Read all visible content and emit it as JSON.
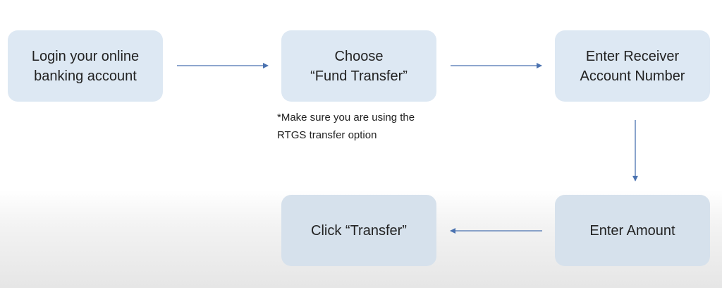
{
  "steps": [
    {
      "id": "login",
      "text": "Login your online\nbanking account"
    },
    {
      "id": "choose",
      "text": "Choose\n“Fund Transfer”"
    },
    {
      "id": "receiver",
      "text": "Enter Receiver\nAccount Number"
    },
    {
      "id": "amount",
      "text": "Enter Amount"
    },
    {
      "id": "click",
      "text": "Click “Transfer”"
    }
  ],
  "note": "*Make sure you are using the\nRTGS transfer option",
  "colors": {
    "box_fill": "#dde8f3",
    "arrow": "#4a72b0",
    "text": "#222222"
  }
}
